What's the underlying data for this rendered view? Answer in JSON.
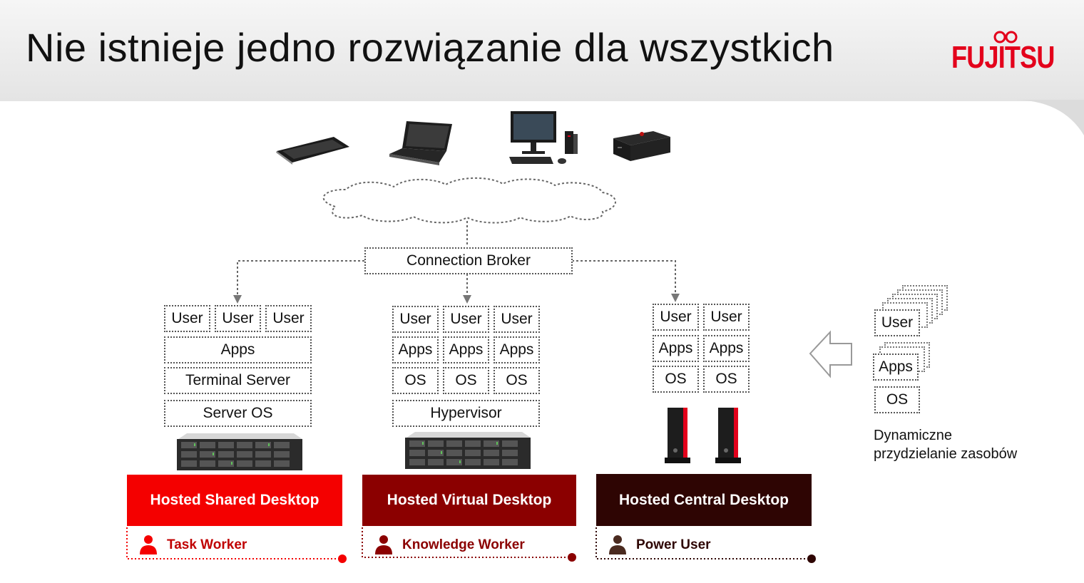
{
  "title": "Nie istnieje jedno rozwiązanie dla wszystkich",
  "logo": "FUJITSU",
  "colors": {
    "shared": "#f40000",
    "virtual": "#8b0000",
    "central": "#2e0503"
  },
  "broker": "Connection Broker",
  "shared": {
    "users": [
      "User",
      "User",
      "User"
    ],
    "apps": "Apps",
    "layer1": "Terminal Server",
    "layer2": "Server OS",
    "bar": "Hosted Shared Desktop",
    "worker": "Task Worker"
  },
  "virtual": {
    "users": [
      "User",
      "User",
      "User"
    ],
    "apps": [
      "Apps",
      "Apps",
      "Apps"
    ],
    "os": [
      "OS",
      "OS",
      "OS"
    ],
    "hypervisor": "Hypervisor",
    "bar": "Hosted Virtual Desktop",
    "worker": "Knowledge Worker"
  },
  "central": {
    "users": [
      "User",
      "User"
    ],
    "apps": [
      "Apps",
      "Apps"
    ],
    "os": [
      "OS",
      "OS"
    ],
    "bar": "Hosted Central Desktop",
    "worker": "Power User"
  },
  "dynamic": {
    "user": "User",
    "apps": "Apps",
    "os": "OS",
    "caption_line1": "Dynamiczne",
    "caption_line2": "przydzielanie zasobów"
  },
  "devices": [
    "tablet",
    "laptop",
    "desktop-monitor",
    "mini-pc"
  ]
}
